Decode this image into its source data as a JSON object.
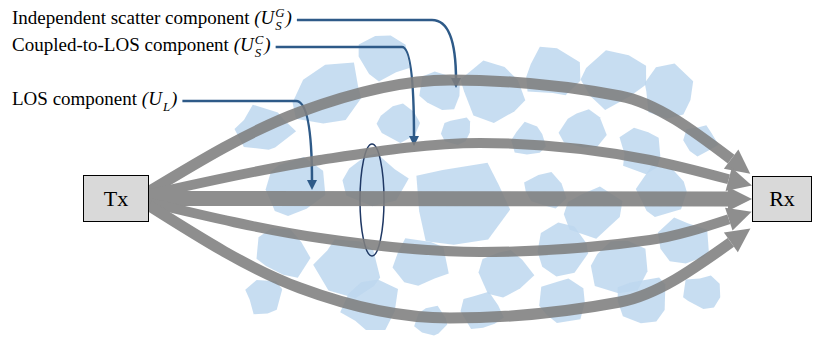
{
  "diagram": {
    "nodes": [
      {
        "text": [
          "Tx"
        ]
      },
      {
        "text": [
          "Rx"
        ]
      }
    ],
    "edges": [
      {
        "from": 0,
        "to": 1,
        "arrow": "to"
      },
      {
        "from": 0,
        "to": 1,
        "arrow": "to"
      },
      {
        "from": 0,
        "to": 1,
        "arrow": "to"
      },
      {
        "from": 0,
        "to": 1,
        "arrow": "to"
      },
      {
        "from": 0,
        "to": 1,
        "arrow": "to"
      }
    ],
    "labels": [
      "Independent scatter component (USG)",
      "Coupled-to-LOS component (USC)",
      "LOS component (UL)"
    ]
  }
}
